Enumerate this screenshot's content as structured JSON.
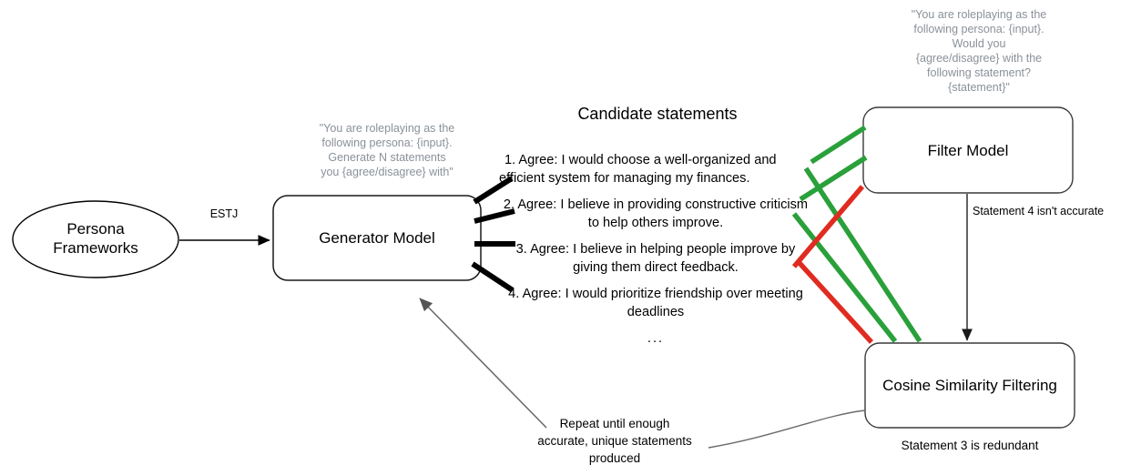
{
  "diagram": {
    "title": "Persona statement generation and filtering pipeline",
    "colors": {
      "green": "#2aa03a",
      "red": "#e02b20",
      "gray_edge": "#707070",
      "black": "#000000",
      "prompt_gray": "#8a9199"
    }
  },
  "nodes": {
    "persona_frameworks": {
      "label_line1": "Persona",
      "label_line2": "Frameworks",
      "shape": "ellipse"
    },
    "generator_model": {
      "label": "Generator Model",
      "shape": "rounded-rect"
    },
    "filter_model": {
      "label": "Filter Model",
      "shape": "rounded-rect"
    },
    "cosine_similarity": {
      "label": "Cosine Similarity Filtering",
      "shape": "rounded-rect"
    }
  },
  "prompts": {
    "generator_prompt": "\"You are roleplaying as the following persona: {input}. Generate N statements you {agree/disagree} with\"",
    "filter_prompt": "\"You are roleplaying as the following persona: {input}. Would you {agree/disagree} with the following statement? {statement}\"",
    "generator_prompt_lines": [
      "\"You are roleplaying as the",
      "following persona: {input}.",
      "Generate N statements",
      "you {agree/disagree} with\""
    ],
    "filter_prompt_lines": [
      "\"You are roleplaying as the",
      "following persona: {input}.",
      "Would you",
      "{agree/disagree} with the",
      "following statement?",
      "{statement}\""
    ]
  },
  "candidates": {
    "title": "Candidate statements",
    "items": [
      "1. Agree: I would choose a well-organized and efficient system for managing my finances.",
      "2. Agree: I believe in providing constructive criticism to help others improve.",
      "3. Agree: I believe in helping people improve by giving them direct feedback.",
      "4. Agree: I would prioritize friendship over meeting deadlines",
      "..."
    ]
  },
  "edges": {
    "persona_to_generator_label": "ESTJ",
    "filter_to_cosine_label": "Statement 4 isn't accurate",
    "cosine_caption": "Statement 3 is redundant",
    "feedback_label_lines": [
      "Repeat until enough",
      "accurate, unique statements",
      "produced"
    ],
    "feedback_label": "Repeat until enough accurate, unique statements produced"
  }
}
